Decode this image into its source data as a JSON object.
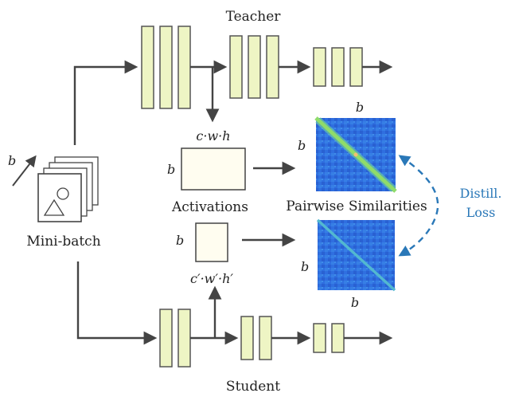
{
  "labels": {
    "teacher": "Teacher",
    "student": "Student",
    "mini_batch": "Mini-batch",
    "activations": "Activations",
    "pairwise": "Pairwise Similarities",
    "distill_line1": "Distill.",
    "distill_line2": "Loss"
  },
  "symbols": {
    "batch_b": "b",
    "teacher_dims": "c·w·h",
    "student_dims": "c′·w′·h′"
  },
  "colors": {
    "layer_fill": "#eef5c4",
    "layer_stroke": "#555555",
    "activation_fill": "#fffdf0",
    "arrow": "#444444",
    "loss_arrow": "#2a78b8",
    "heat_bg": "#2f73e0",
    "heat_diag": "#8fdc6a"
  },
  "icons": {
    "image_stack": "image-stack-icon"
  }
}
